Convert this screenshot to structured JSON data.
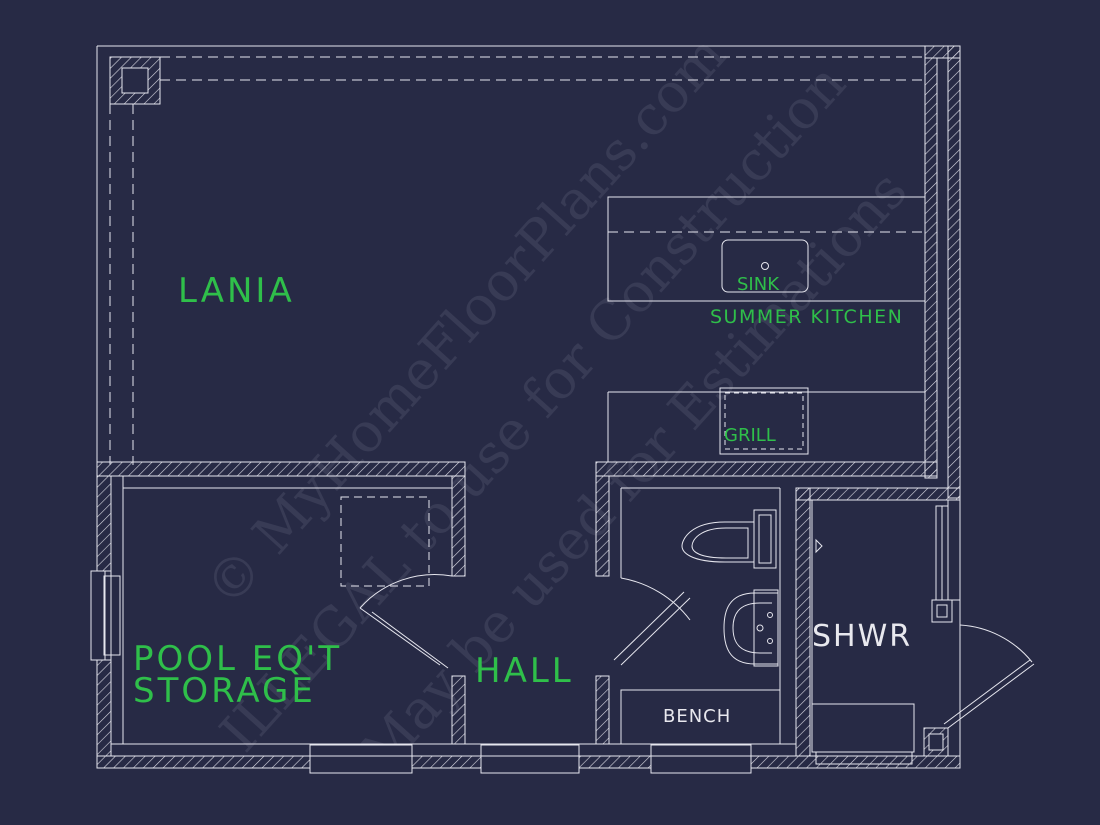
{
  "rooms": {
    "lania": "LANIA",
    "summer_kitchen": "SUMMER KITCHEN",
    "sink": "SINK",
    "grill": "GRILL",
    "pool_storage_line1": "POOL EQ'T",
    "pool_storage_line2": "STORAGE",
    "hall": "HALL",
    "bench": "BENCH",
    "shower": "SHWR"
  },
  "watermark": {
    "line1": "© MyHomeFloorPlans.com",
    "line2": "ILLEGAL to use for Construction",
    "line3": "May be used for Estimations"
  },
  "colors": {
    "background": "#272a45",
    "linework": "#e6e6ee",
    "label_green": "#2fbf4a"
  }
}
